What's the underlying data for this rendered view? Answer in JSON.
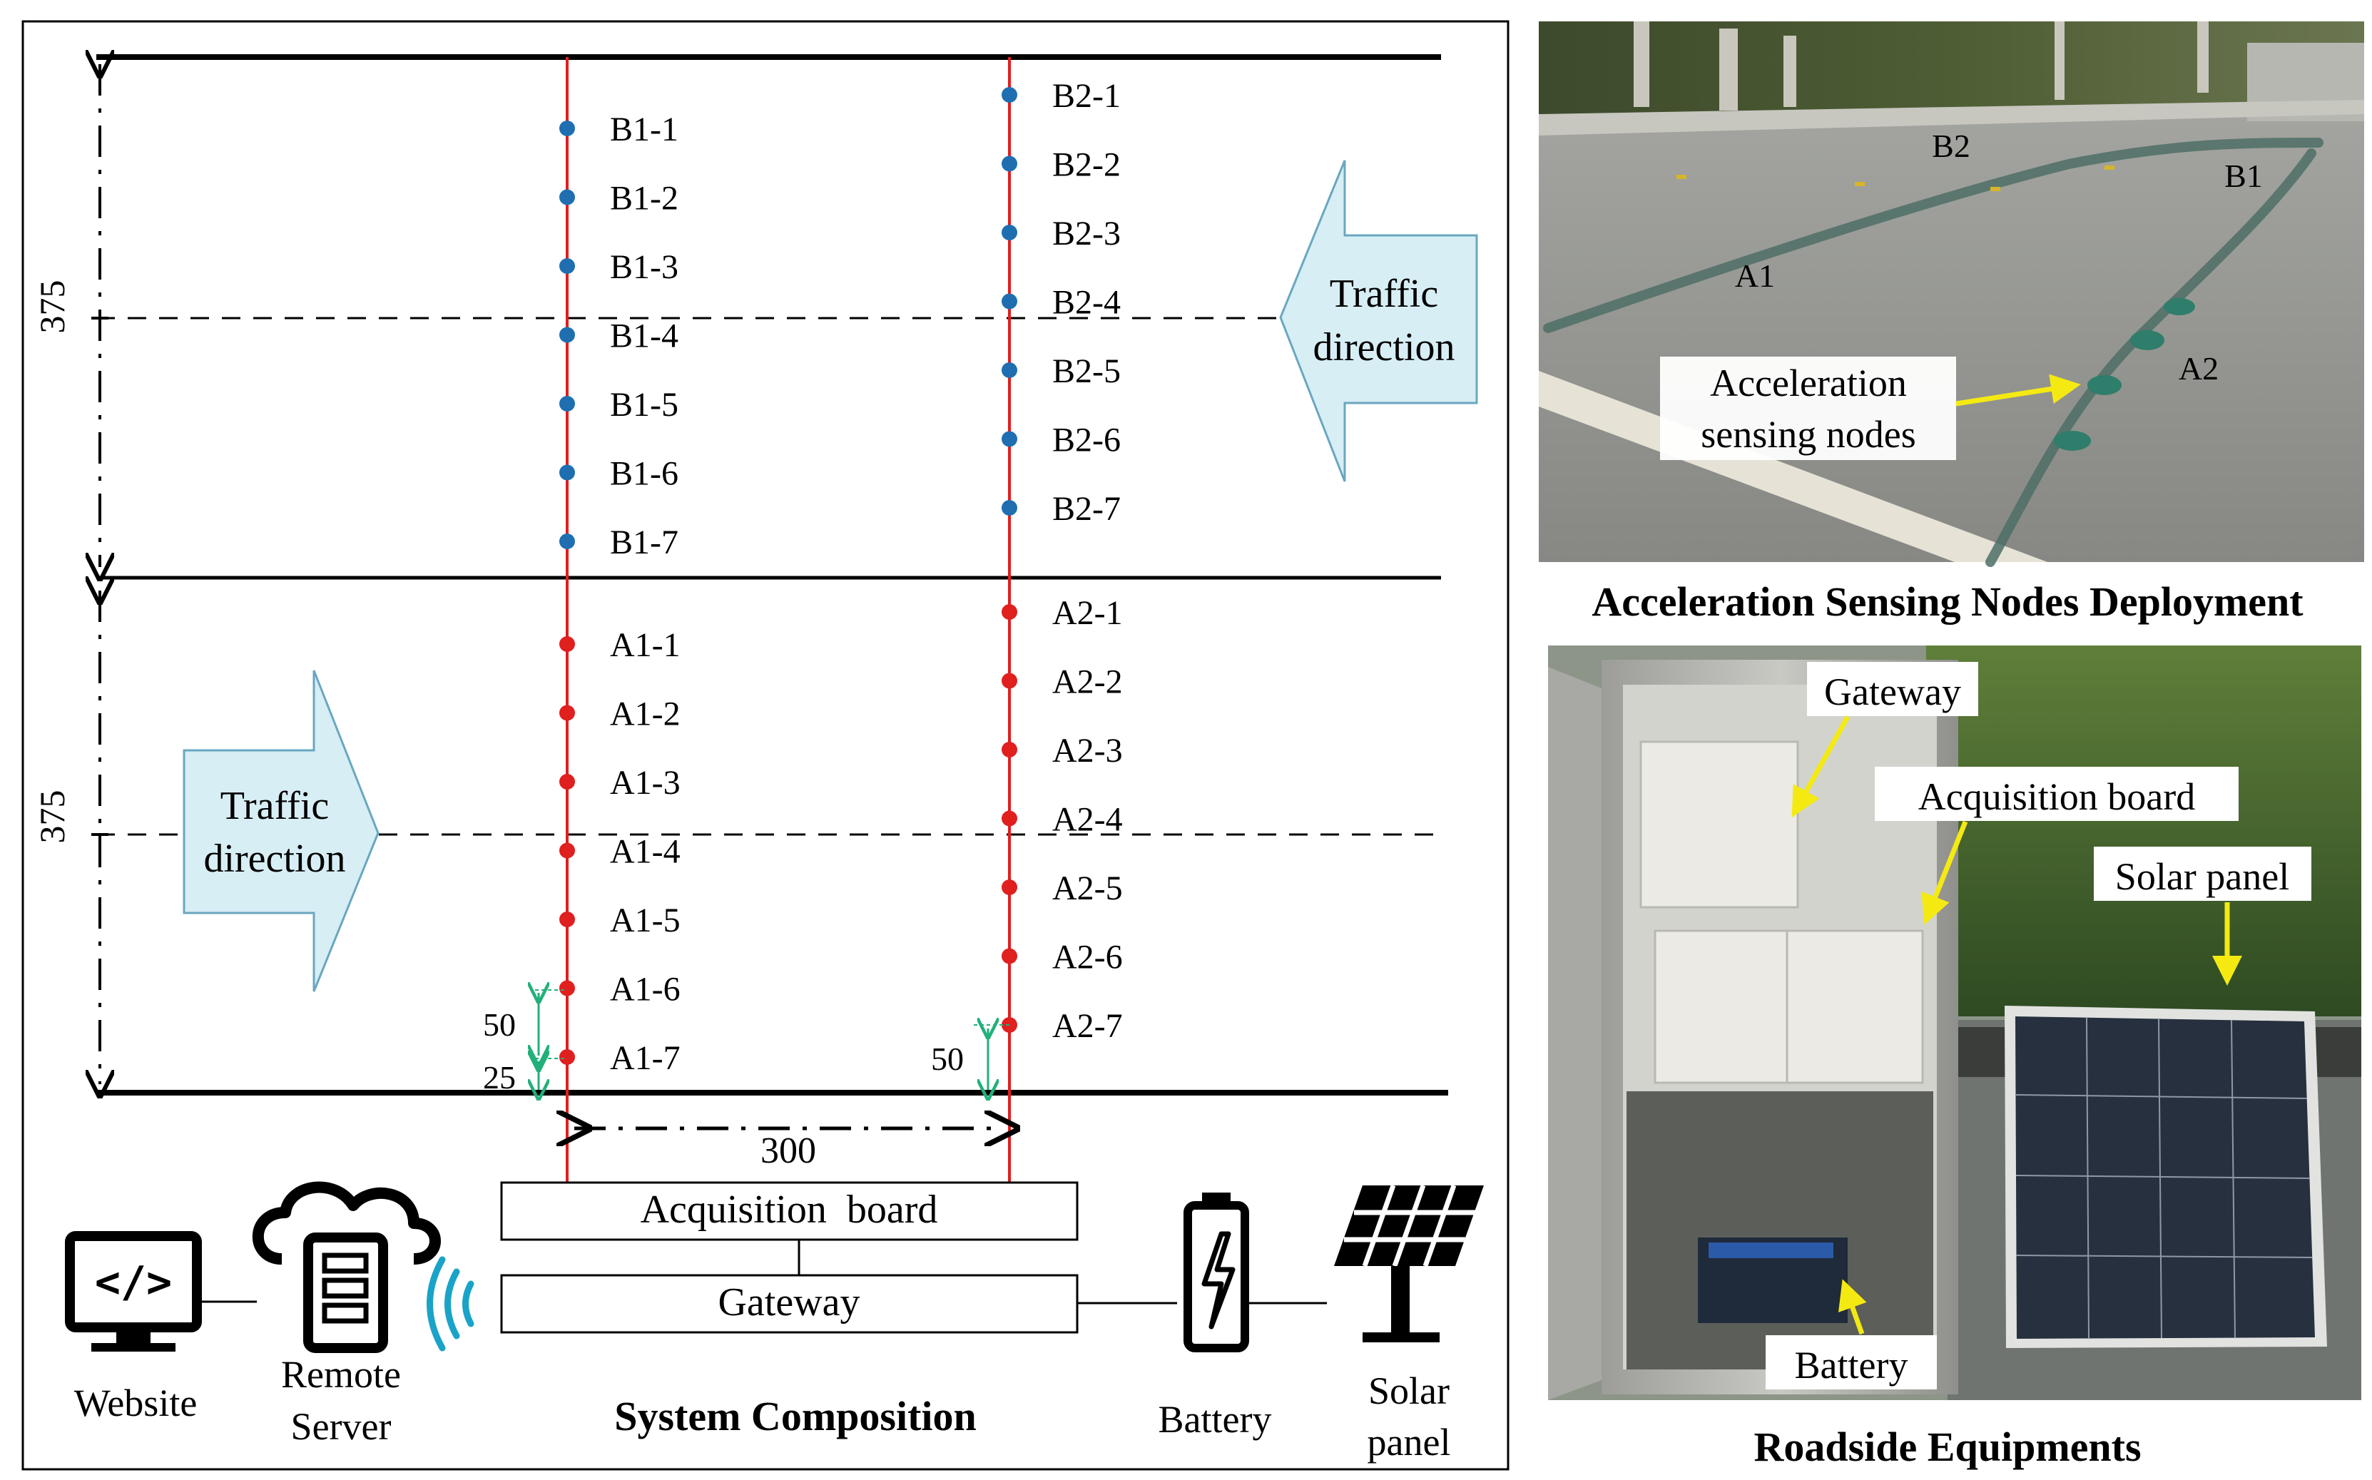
{
  "left_panel": {
    "dimension_375_top": "375",
    "dimension_375_bottom": "375",
    "dimension_50_left": "50",
    "dimension_25_left": "25",
    "dimension_50_right": "50",
    "dimension_300": "300",
    "traffic_upper": [
      "Traffic",
      "direction"
    ],
    "traffic_lower": [
      "Traffic",
      "direction"
    ],
    "nodes_col1_blue": [
      "B1-1",
      "B1-2",
      "B1-3",
      "B1-4",
      "B1-5",
      "B1-6",
      "B1-7"
    ],
    "nodes_col2_blue": [
      "B2-1",
      "B2-2",
      "B2-3",
      "B2-4",
      "B2-5",
      "B2-6",
      "B2-7"
    ],
    "nodes_col1_red": [
      "A1-1",
      "A1-2",
      "A1-3",
      "A1-4",
      "A1-5",
      "A1-6",
      "A1-7"
    ],
    "nodes_col2_red": [
      "A2-1",
      "A2-2",
      "A2-3",
      "A2-4",
      "A2-5",
      "A2-6",
      "A2-7"
    ],
    "acquisition_board": "Acquisition  board",
    "gateway": "Gateway",
    "website": "Website",
    "remote_server": [
      "Remote",
      "Server"
    ],
    "system_caption": "System Composition",
    "battery": "Battery",
    "solar_panel": [
      "Solar",
      "panel"
    ],
    "colors": {
      "blue_node": "#1f6fb0",
      "red_node": "#e01f1f",
      "red_line": "#e01f1f",
      "arrow_fill": "#d7eef5",
      "wifi": "#1aa3c8",
      "green_dim": "#22b07a"
    }
  },
  "top_photo": {
    "labels": {
      "b2": "B2",
      "b1": "B1",
      "a1": "A1",
      "a2": "A2"
    },
    "callout": [
      "Acceleration",
      "sensing nodes"
    ],
    "caption": "Acceleration Sensing Nodes Deployment"
  },
  "bottom_photo": {
    "gateway": "Gateway",
    "acquisition_board": "Acquisition board",
    "solar_panel": "Solar panel",
    "battery": "Battery",
    "caption": "Roadside Equipments"
  }
}
